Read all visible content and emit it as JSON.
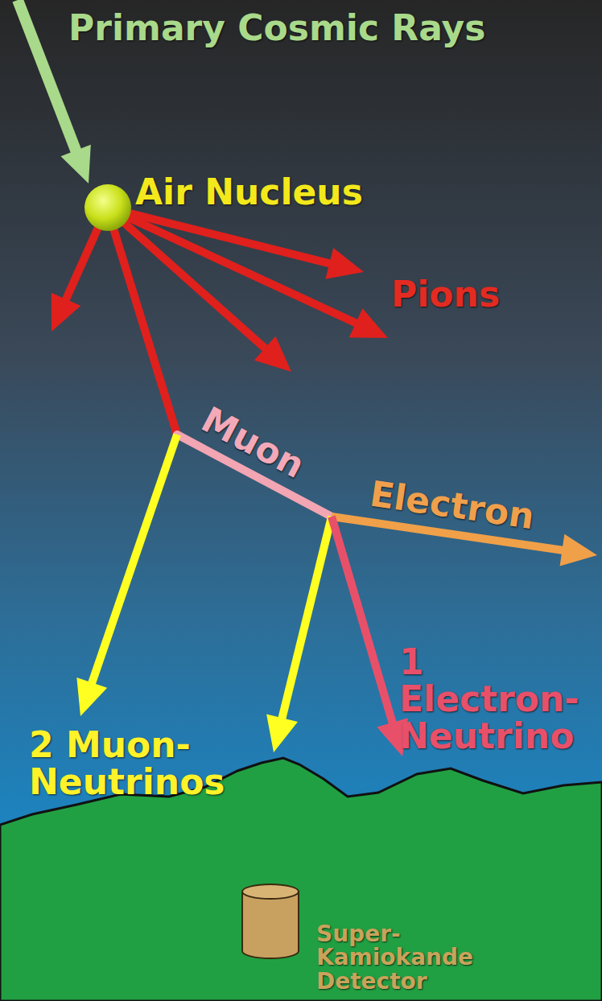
{
  "diagram": {
    "nodes": [
      {
        "text": [
          "Air Nucleus"
        ]
      },
      {
        "text": [
          "Super-Kamiokande Detector"
        ]
      }
    ],
    "labels": [
      "Primary Cosmic Rays",
      "Pions",
      "Muon",
      "Electron",
      "2 Muon- Neutrinos",
      "1 Electron- Neutrino"
    ]
  }
}
